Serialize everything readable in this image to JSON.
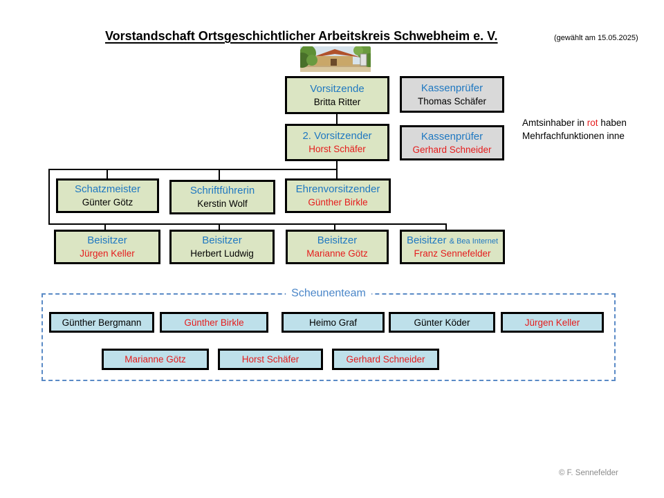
{
  "page": {
    "title": "Vorstandschaft Ortsgeschichtlicher Arbeitskreis Schwebheim e. V.",
    "elected_note": "(gewählt am 15.05.2025)",
    "credit": "© F. Sennefelder"
  },
  "legend": {
    "line1_prefix": "Amtsinhaber in ",
    "line1_highlight": "rot",
    "line1_suffix": " haben",
    "line2": "Mehrfachfunktionen inne"
  },
  "org": {
    "vorsitzende": {
      "role": "Vorsitzende",
      "person": "Britta Ritter",
      "fill": "green",
      "person_color": "black"
    },
    "kassenpruefer_1": {
      "role": "Kassenprüfer",
      "person": "Thomas Schäfer",
      "fill": "gray",
      "person_color": "black"
    },
    "zweiter_vorsitzender": {
      "role": "2. Vorsitzender",
      "person": "Horst Schäfer",
      "fill": "green",
      "person_color": "red"
    },
    "kassenpruefer_2": {
      "role": "Kassenprüfer",
      "person": "Gerhard Schneider",
      "fill": "gray",
      "person_color": "red"
    },
    "schatzmeister": {
      "role": "Schatzmeister",
      "person": "Günter Götz",
      "fill": "green",
      "person_color": "black"
    },
    "schriftfuehrerin": {
      "role": "Schriftführerin",
      "person": "Kerstin Wolf",
      "fill": "green",
      "person_color": "black"
    },
    "ehrenvorsitzender": {
      "role": "Ehrenvorsitzender",
      "person": "Günther Birkle",
      "fill": "green",
      "person_color": "red"
    },
    "beisitzer_1": {
      "role": "Beisitzer",
      "person": "Jürgen Keller",
      "fill": "green",
      "person_color": "red"
    },
    "beisitzer_2": {
      "role": "Beisitzer",
      "person": "Herbert Ludwig",
      "fill": "green",
      "person_color": "black"
    },
    "beisitzer_3": {
      "role": "Beisitzer",
      "person": "Marianne Götz",
      "fill": "green",
      "person_color": "red"
    },
    "beisitzer_4": {
      "role": "Beisitzer",
      "role_suffix": "& Bea Internet",
      "person": "Franz Sennefelder",
      "fill": "green",
      "person_color": "red"
    }
  },
  "scheunenteam": {
    "title": "Scheunenteam",
    "members": [
      {
        "name": "Günther Bergmann",
        "color": "black"
      },
      {
        "name": "Günther Birkle",
        "color": "red"
      },
      {
        "name": "Heimo Graf",
        "color": "black"
      },
      {
        "name": "Günter Köder",
        "color": "black"
      },
      {
        "name": "Jürgen Keller",
        "color": "red"
      },
      {
        "name": "Marianne Götz",
        "color": "red"
      },
      {
        "name": "Horst Schäfer",
        "color": "red"
      },
      {
        "name": "Gerhard Schneider",
        "color": "red"
      }
    ]
  },
  "icons": {
    "photo": "village-barn-photo"
  },
  "colors": {
    "box_green": "#dbe5c3",
    "box_gray": "#d9d9d9",
    "box_lightblue": "#bee0ea",
    "role_blue": "#1f78c1",
    "red_text": "#e51c1c",
    "dashed_border_blue": "#5a8ac6",
    "connector_black": "#000000",
    "credit_gray": "#8a8a8a"
  }
}
